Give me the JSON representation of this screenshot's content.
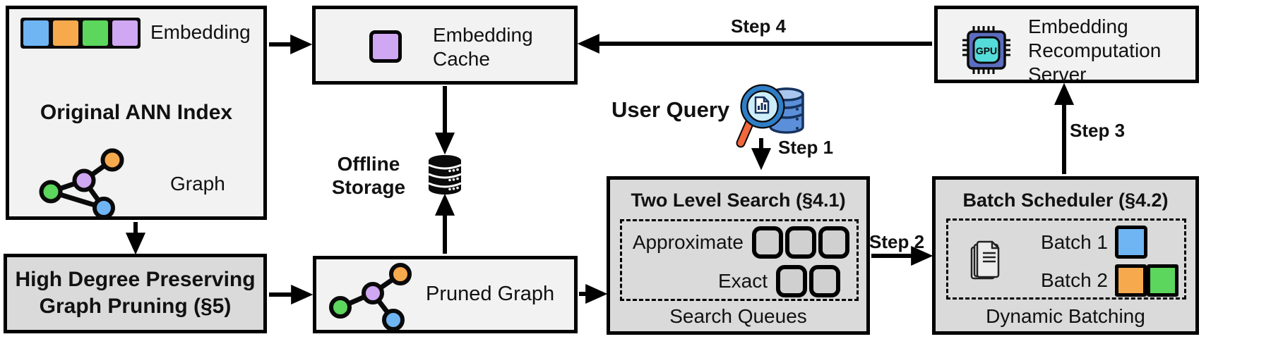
{
  "diagram": {
    "original_ann_index": {
      "title": "Original ANN Index",
      "embedding_label": "Embedding",
      "graph_label": "Graph"
    },
    "embedding_cache": {
      "label": "Embedding Cache"
    },
    "recomputation_server": {
      "label": "Embedding Recomputation Server",
      "chip_label": "GPU"
    },
    "offline_storage": {
      "label": "Offline Storage"
    },
    "user_query": {
      "label": "User Query"
    },
    "two_level_search": {
      "title": "Two Level Search (§4.1)",
      "rows": [
        {
          "label": "Approximate",
          "slots": 3
        },
        {
          "label": "Exact",
          "slots": 2
        }
      ],
      "footer": "Search Queues"
    },
    "batch_scheduler": {
      "title": "Batch Scheduler (§4.2)",
      "batches": [
        {
          "label": "Batch 1",
          "colors": [
            "#6FB5F4"
          ]
        },
        {
          "label": "Batch 2",
          "colors": [
            "#F7A94E",
            "#5CD65C"
          ]
        }
      ],
      "footer": "Dynamic Batching"
    },
    "graph_pruning": {
      "title": "High Degree Preserving Graph Pruning (§5)"
    },
    "pruned_graph": {
      "label": "Pruned Graph"
    },
    "steps": {
      "step1": "Step 1",
      "step2": "Step 2",
      "step3": "Step 3",
      "step4": "Step 4"
    },
    "icons": {
      "user_query": "magnifier-over-database-icon",
      "offline_storage": "database-icon",
      "recomputation_server": "gpu-chip-icon",
      "batch_scheduler": "document-stack-icon",
      "graphs": "colored-node-graph-icon"
    },
    "colors": {
      "embedding_blue": "#6FB5F4",
      "embedding_orange": "#F7A94E",
      "embedding_green": "#5CD65C",
      "embedding_purple": "#D0A7F2",
      "box_light": "#F2F2F2",
      "box_dark": "#DADADA",
      "queue_slot": "#D0D0D0",
      "gpu_chip_body": "#5B6DBF",
      "gpu_chip_core": "#55DCDA",
      "magnifier_handle": "#F2683C",
      "database_blue": "#5B8FD9"
    }
  }
}
